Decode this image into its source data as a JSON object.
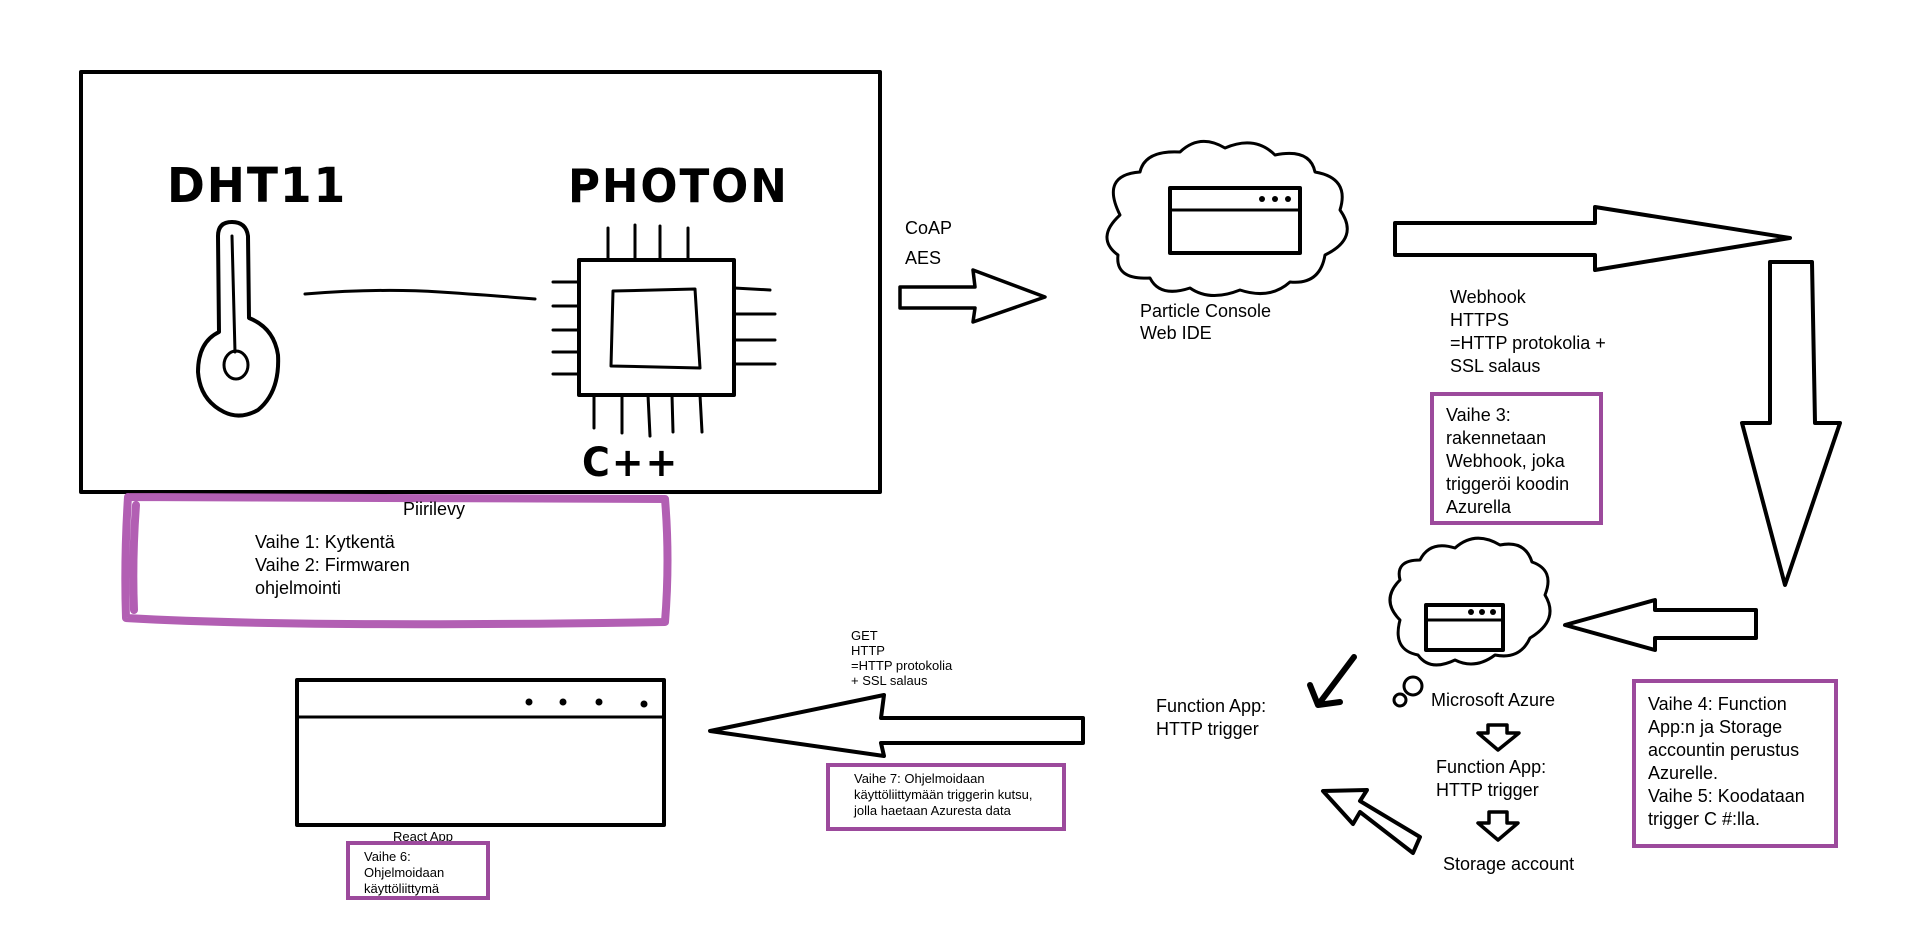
{
  "colors": {
    "ink": "#000000",
    "step_border": "#9c4a9c",
    "piirilevy_border": "#b25fb3"
  },
  "board": {
    "sensor_label": "DHT11",
    "chip_label": "PHOTON",
    "language_label": "C++",
    "caption": "Piirilevy",
    "steps": "Vaihe 1: Kytkentä\nVaihe 2: Firmwaren\nohjelmointi"
  },
  "link1": {
    "protocol": "CoAP\nAES"
  },
  "particle": {
    "label": "Particle Console\nWeb IDE"
  },
  "webhook": {
    "protocol": "Webhook\nHTTPS\n=HTTP protokolia +\nSSL salaus",
    "step": "Vaihe 3:\nrakennetaan\nWebhook, joka\ntriggeröi koodin\nAzurella"
  },
  "azure": {
    "label": "Microsoft Azure",
    "function_app": "Function App:\nHTTP trigger",
    "storage": "Storage account",
    "function_app_left": "Function App:\nHTTP trigger",
    "step": "Vaihe 4: Function\nApp:n ja Storage\naccountin perustus\nAzurelle.\nVaihe 5: Koodataan\ntrigger C #:lla."
  },
  "get_link": {
    "protocol": "GET\nHTTP\n=HTTP protokolia\n+ SSL salaus",
    "step": "Vaihe 7: Ohjelmoidaan\nkäyttöliittymään triggerin kutsu,\njolla haetaan Azuresta data"
  },
  "react": {
    "label": "React App",
    "step": "Vaihe 6:\nOhjelmoidaan\nkäyttöliittymä"
  }
}
